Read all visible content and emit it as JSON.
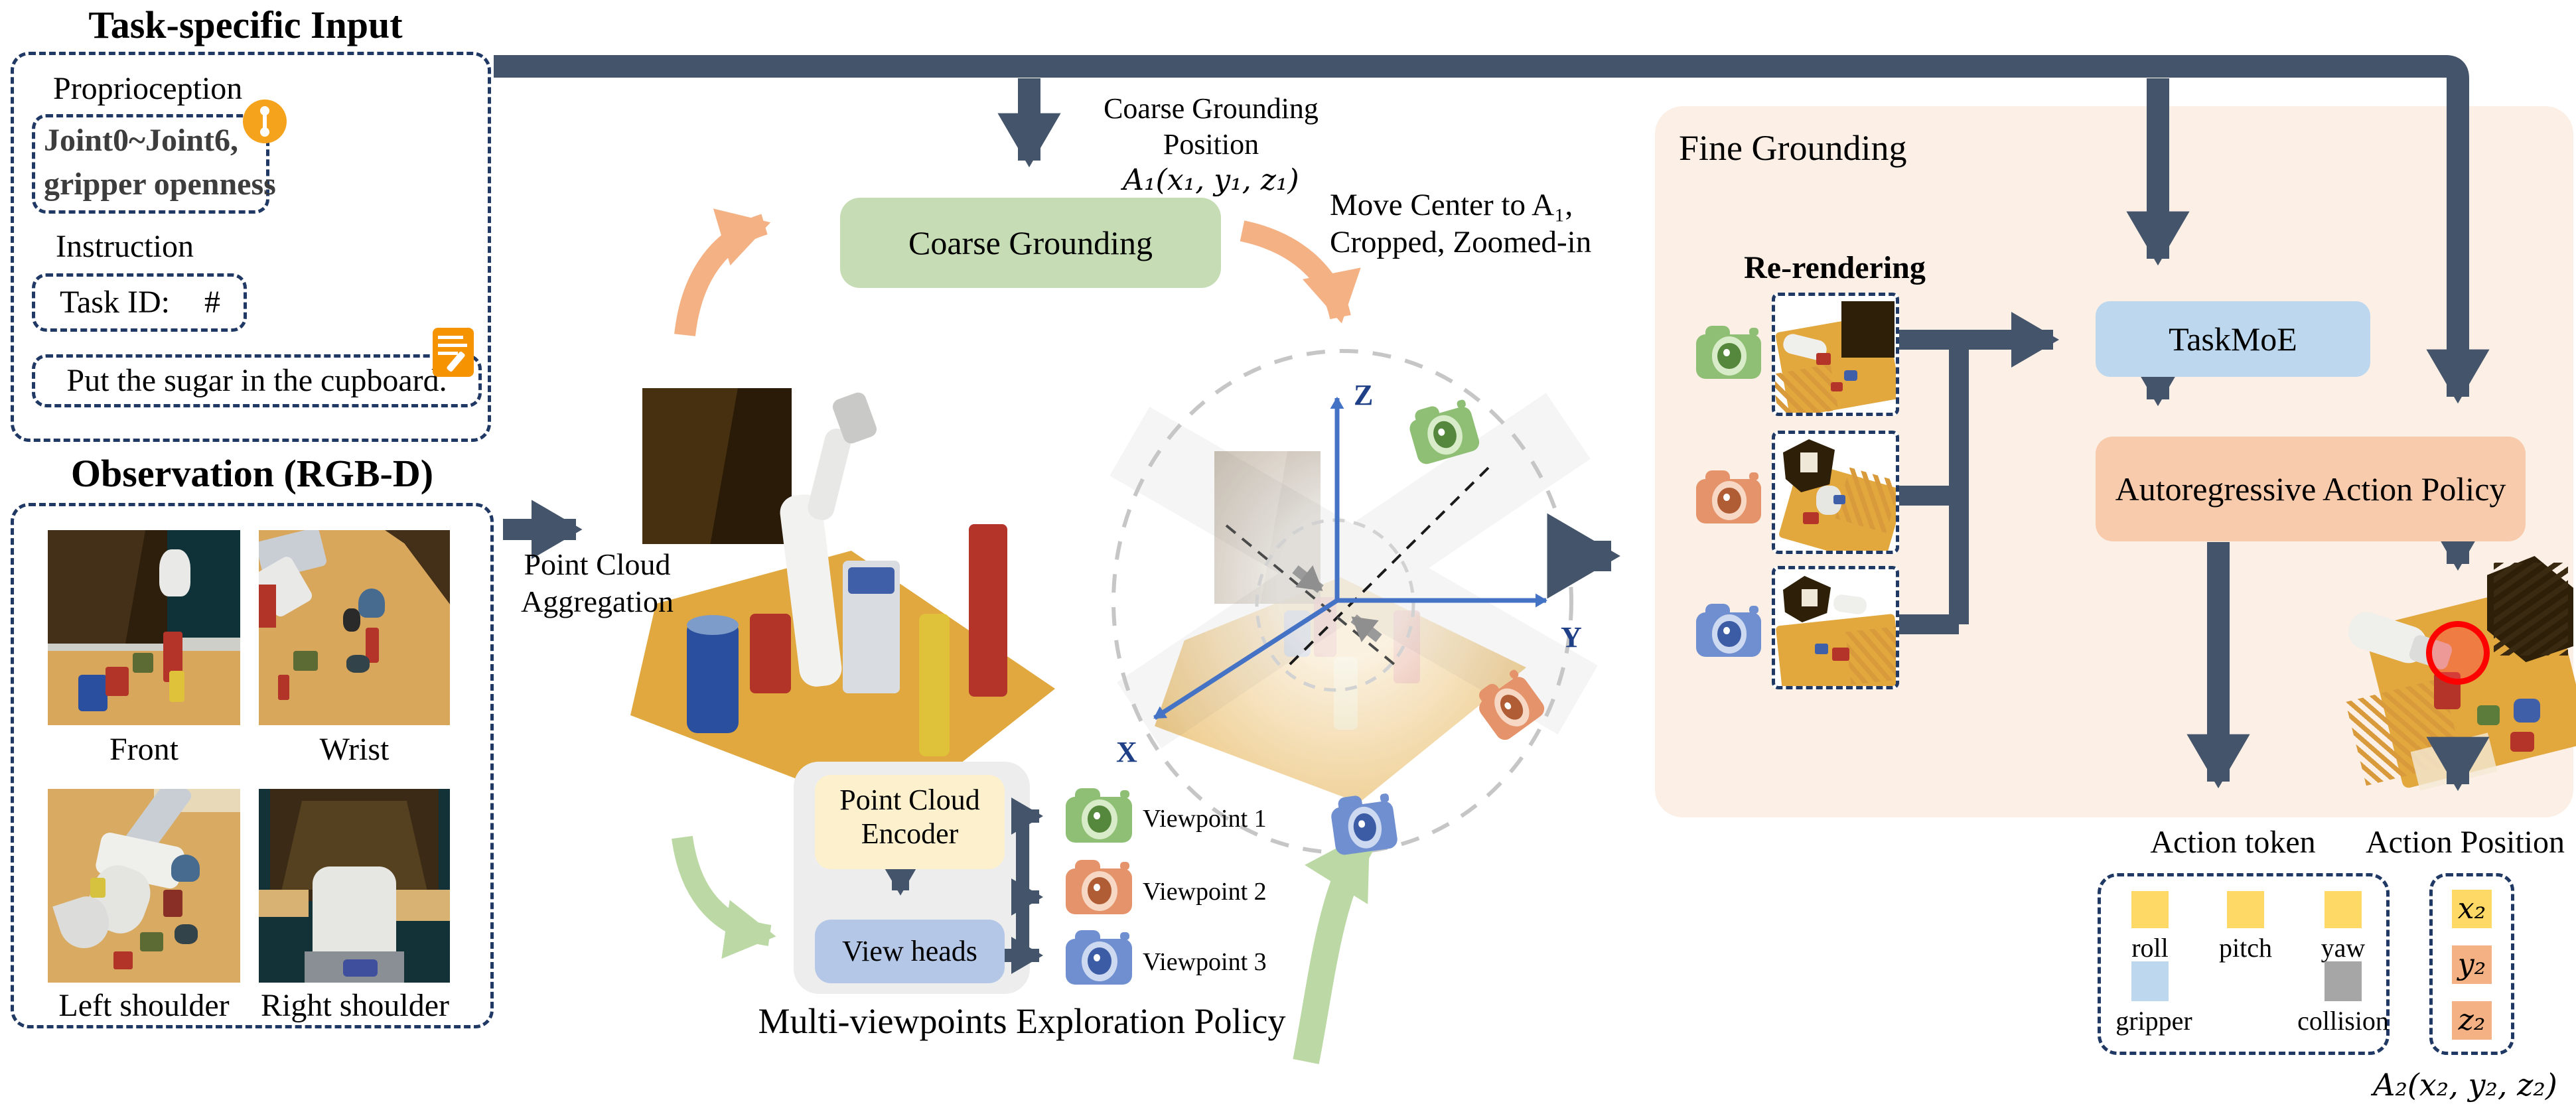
{
  "colors": {
    "connector": "#44546a",
    "dash_border": "#1f3864",
    "coarse_box": "#c6dcb5",
    "taskmoe_box": "#bdd7ee",
    "policy_box": "#f8cbad",
    "panel_bg": "#fcefe5",
    "encoder_box": "#fdf0cd",
    "viewheads_box": "#b4c7e7",
    "module_bg": "#ededee",
    "token_yellow": "#ffd966",
    "token_blue": "#bdd7ee",
    "token_gray": "#a6a6a6",
    "position_orange": "#f4b183",
    "arrow_orange": "#f4b183",
    "arrow_green": "#bcd9a5",
    "axis_blue": "#4472c4",
    "icon_orange": "#f5a31d",
    "highlight_red": "#ff0000"
  },
  "task_input": {
    "title": "Task-specific Input",
    "proprioception_label": "Proprioception",
    "joint_line1": "Joint0~Joint6,",
    "joint_line2": "gripper openness",
    "instruction_label": "Instruction",
    "task_id_label": "Task ID:",
    "task_id_value": "#",
    "instruction_text": "Put the sugar in the cupboard."
  },
  "observation": {
    "title": "Observation (RGB-D)",
    "views": [
      {
        "label": "Front"
      },
      {
        "label": "Wrist"
      },
      {
        "label": "Left shoulder"
      },
      {
        "label": "Right shoulder"
      }
    ]
  },
  "aggregation": {
    "line1": "Point Cloud",
    "line2": "Aggregation"
  },
  "coarse": {
    "box_label": "Coarse Grounding",
    "position_line1": "Coarse Grounding",
    "position_line2": "Position",
    "position_line3": "A₁(x₁, y₁, z₁)",
    "move_line1": "Move Center to A₁,",
    "move_line2": "Cropped, Zoomed-in"
  },
  "axes": {
    "x": "X",
    "y": "Y",
    "z": "Z"
  },
  "explorer": {
    "encoder_line1": "Point Cloud",
    "encoder_line2": "Encoder",
    "view_heads": "View heads",
    "viewpoints": [
      {
        "label": "Viewpoint 1"
      },
      {
        "label": "Viewpoint 2"
      },
      {
        "label": "Viewpoint 3"
      }
    ],
    "title": "Multi-viewpoints Exploration Policy"
  },
  "fine": {
    "title": "Fine Grounding",
    "rerendering": "Re-rendering",
    "taskmoe": "TaskMoE",
    "policy": "Autoregressive Action Policy"
  },
  "outputs": {
    "action_token_label": "Action token",
    "tokens": [
      {
        "label": "roll",
        "color": "#ffd966"
      },
      {
        "label": "pitch",
        "color": "#ffd966"
      },
      {
        "label": "yaw",
        "color": "#ffd966"
      },
      {
        "label": "gripper",
        "color": "#bdd7ee"
      },
      {
        "label": "collision",
        "color": "#a6a6a6"
      }
    ],
    "action_position_label": "Action Position",
    "positions": [
      {
        "label": "x₂"
      },
      {
        "label": "y₂"
      },
      {
        "label": "z₂"
      }
    ],
    "formula": "A₂(x₂, y₂, z₂)"
  }
}
